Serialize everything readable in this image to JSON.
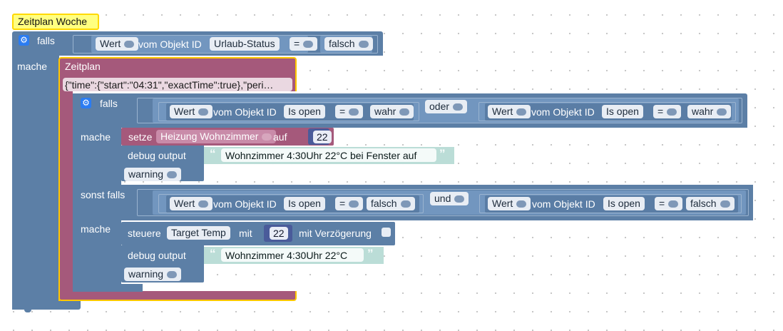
{
  "trigger": {
    "label": "Zeitplan Woche"
  },
  "outer_if": {
    "if_label": "falls",
    "do_label": "mache",
    "value_dropdown": "Wert",
    "object_id_text": "vom Objekt ID",
    "object_id": "Urlaub-Status",
    "operator": "=",
    "compare_value": "falsch"
  },
  "schedule": {
    "label": "Zeitplan",
    "cron": "{\"time\":{\"start\":\"04:31\",\"exactTime\":true},\"peri…"
  },
  "inner_if": {
    "if_label": "falls",
    "do_label": "mache",
    "elseif_label": "sonst falls",
    "do2_label": "mache",
    "condition1": {
      "left": {
        "value": "Wert",
        "text": "vom Objekt ID",
        "object": "Is open",
        "op": "=",
        "compare": "wahr"
      },
      "logic": "oder",
      "right": {
        "value": "Wert",
        "text": "vom Objekt ID",
        "object": "Is open",
        "op": "=",
        "compare": "wahr"
      }
    },
    "condition2": {
      "left": {
        "value": "Wert",
        "text": "vom Objekt ID",
        "object": "Is open",
        "op": "=",
        "compare": "falsch"
      },
      "logic": "und",
      "right": {
        "value": "Wert",
        "text": "vom Objekt ID",
        "object": "Is open",
        "op": "=",
        "compare": "falsch"
      }
    }
  },
  "set_block": {
    "label": "setze",
    "variable": "Heizung Wohnzimmer",
    "on_label": "auf",
    "value": "22"
  },
  "debug1": {
    "label": "debug output",
    "text": "Wohnzimmer 4:30Uhr 22°C bei Fenster auf",
    "level": "warning"
  },
  "control_block": {
    "label": "steuere",
    "target": "Target Temp",
    "with_label": "mit",
    "value": "22",
    "delay_label": "mit Verzögerung"
  },
  "debug2": {
    "label": "debug output",
    "text": "Wohnzimmer 4:30Uhr 22°C",
    "level": "warning"
  },
  "colors": {
    "logic_blue": "#5c7fa6",
    "condition_blue": "#7296bf",
    "schedule_pink": "#a5597b",
    "highlight_yellow": "#ffd900",
    "text_green": "#bbddd7",
    "number_indigo": "#4a5b9a"
  }
}
